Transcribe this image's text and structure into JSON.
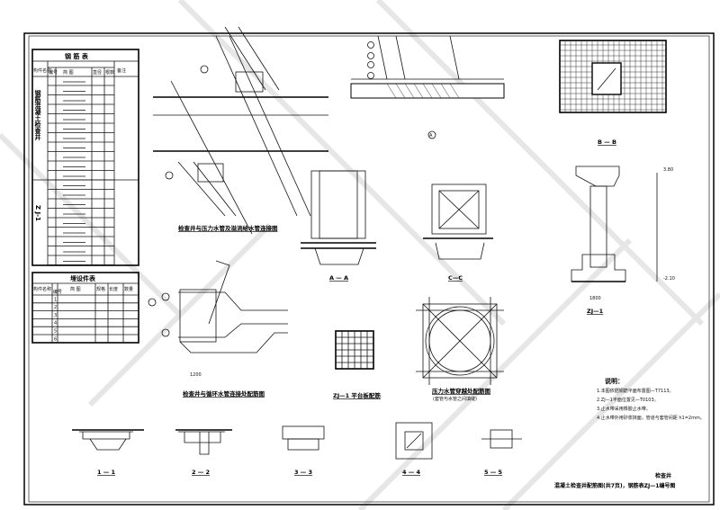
{
  "drawing": {
    "rebar_table": {
      "title": "钢 筋 表",
      "headers": [
        "构件名称",
        "编号",
        "简 图",
        "直径",
        "根数",
        "备注"
      ],
      "group_labels": [
        "钢筋混凝土检查井",
        "Z J-1"
      ]
    },
    "embed_table": {
      "title": "埋设件表",
      "headers": [
        "构件名称",
        "编号",
        "简 图",
        "规格",
        "长度",
        "数量"
      ],
      "rows": [
        "1",
        "2",
        "3",
        "4",
        "5",
        "6"
      ]
    },
    "captions": {
      "top_pipe": "检查井与压力水管及溢流给水管连接图",
      "mid_pipe": "检查井与循环水管连接处配筋图",
      "section_a": "A — A",
      "section_c": "C—C",
      "section_b": "B — B",
      "zj1": "ZJ—1",
      "zj1_plate": "ZJ—1 平台板配筋",
      "ring": "压力水管穿越处配筋图",
      "ring_sub": "(套管与水管之间填缝)",
      "s1": "1 — 1",
      "s2": "2 — 2",
      "s3": "3 — 3",
      "s4": "4 — 4",
      "s5": "5 — 5",
      "circle_a": "A"
    },
    "notes": {
      "title": "说明：",
      "items": [
        "1.本图依据钢筋平面布置图—T7113。",
        "2.ZJ—1平面位置见—T0103。",
        "3.止水带采用橡胶止水带。",
        "4.止水带外用砂浆抹面，管道与套管间距 h1=2mm。"
      ]
    },
    "title_block": {
      "label": "检查井",
      "text": "混凝土检查井配筋图(共7页)，钢筋表ZJ—1编号图"
    },
    "dims": {
      "elev_top": "3.80",
      "elev_bot": "-2.10",
      "w1": "1200",
      "w2": "1800"
    }
  }
}
